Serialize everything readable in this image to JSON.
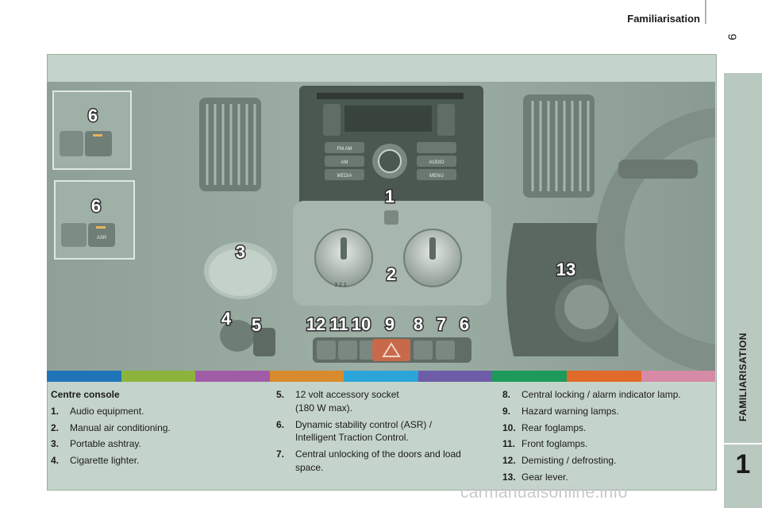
{
  "header": {
    "title": "Familiarisation",
    "page_number": "9"
  },
  "side_tab": {
    "label": "FAMILIARISATION",
    "chapter": "1"
  },
  "photo": {
    "callouts": [
      "6",
      "6",
      "1",
      "3",
      "2",
      "13",
      "4",
      "5",
      "12",
      "11",
      "10",
      "9",
      "8",
      "7",
      "6"
    ],
    "radio_buttons": [
      "FM AM",
      "AM",
      "MEDIA",
      "AUDIO",
      "MENU"
    ],
    "switch_labels": [
      "ASR"
    ]
  },
  "color_bar": [
    "#1f74b8",
    "#8cb33c",
    "#a15ca8",
    "#d98a2c",
    "#2ba5d9",
    "#6d5ca8",
    "#1d9a5a",
    "#e06a2a",
    "#d68aa5"
  ],
  "legend": {
    "title": "Centre console",
    "col1": [
      {
        "num": "1.",
        "text": "Audio equipment."
      },
      {
        "num": "2.",
        "text": "Manual air conditioning."
      },
      {
        "num": "3.",
        "text": "Portable ashtray."
      },
      {
        "num": "4.",
        "text": "Cigarette lighter."
      }
    ],
    "col2": [
      {
        "num": "5.",
        "text": "12 volt accessory socket\n(180 W max)."
      },
      {
        "num": "6.",
        "text": "Dynamic stability control (ASR) /\nIntelligent Traction Control."
      },
      {
        "num": "7.",
        "text": "Central unlocking of the doors and load\nspace."
      }
    ],
    "col3": [
      {
        "num": "8.",
        "text": "Central locking / alarm indicator lamp."
      },
      {
        "num": "9.",
        "text": "Hazard warning lamps."
      },
      {
        "num": "10.",
        "text": "Rear foglamps."
      },
      {
        "num": "11.",
        "text": "Front foglamps."
      },
      {
        "num": "12.",
        "text": "Demisting / defrosting."
      },
      {
        "num": "13.",
        "text": "Gear lever."
      }
    ]
  },
  "watermark": "carmanualsonline.info"
}
